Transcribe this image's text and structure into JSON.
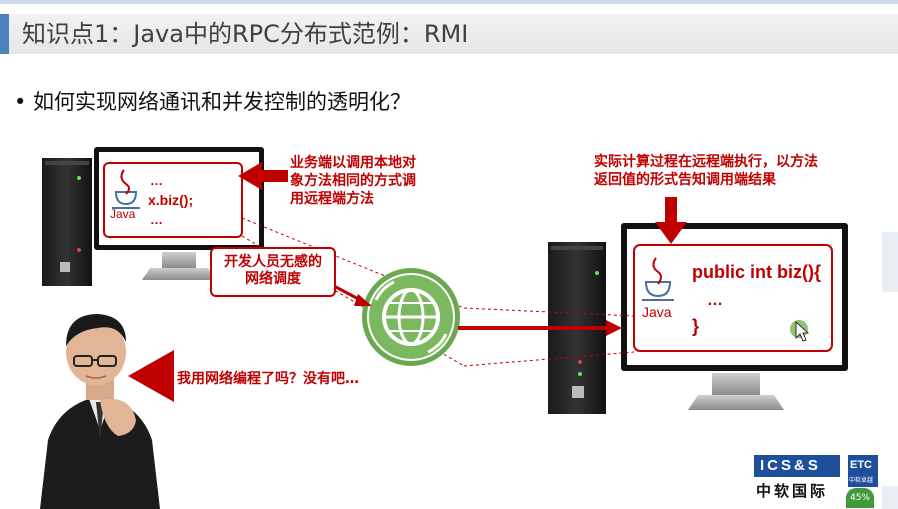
{
  "slide": {
    "title": "知识点1：Java中的RPC分布式范例：RMI",
    "bullet": "• 如何实现网络通讯和并发控制的透明化？"
  },
  "left_pc": {
    "code_line1": "…",
    "code_line2": "x.biz();",
    "code_line3": "…",
    "java_label": "Java"
  },
  "right_pc": {
    "code_line1": "public int biz(){",
    "code_line2": "…",
    "code_line3": "}",
    "java_label": "Java"
  },
  "notes": {
    "client_note": "业务端以调用本地对象方法相同的方式调用远程端方法",
    "server_note": "实际计算过程在远程端执行，以方法返回值的形式告知调用端结果",
    "dev_box": "开发人员无感的网络调度",
    "speech": "我用网络编程了吗？没有吧…"
  },
  "logo": {
    "name_top": "ICS&S",
    "name_bottom": "中软国际",
    "etc": "ETC",
    "etc_sub": "中软卓越"
  },
  "status": {
    "zoom_pct": "45%"
  },
  "colors": {
    "accent_red": "#c00000",
    "title_accent": "#4f81bd",
    "globe_green": "#6aa84f"
  }
}
